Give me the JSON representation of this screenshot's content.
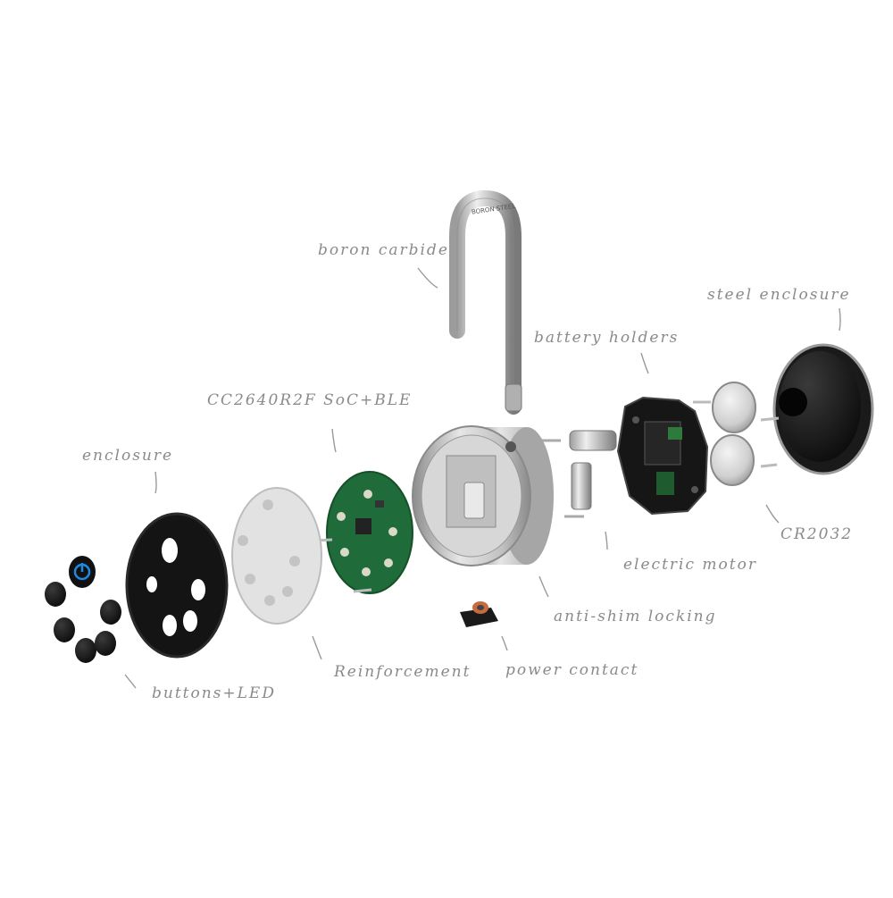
{
  "labels": {
    "boron_carbide": "boron carbide",
    "steel_enclosure": "steel enclosure",
    "battery_holders": "battery holders",
    "soc_ble": "CC2640R2F SoC+BLE",
    "enclosure": "enclosure",
    "cr2032": "CR2032",
    "electric_motor": "electric motor",
    "anti_shim_locking": "anti-shim locking",
    "power_contact": "power contact",
    "reinforcement": "Reinforcement",
    "buttons_led": "buttons+LED"
  },
  "shackle_engraving": "BORON STEEL",
  "colors": {
    "annotation": "#8a8a8a",
    "pcb_green": "#1f6b3a",
    "led_blue": "#1e88e5",
    "steel": "#c9c9c9",
    "black_part": "#151515",
    "reinforcement": "#e2e2e2"
  },
  "icons": [
    "power-icon"
  ]
}
